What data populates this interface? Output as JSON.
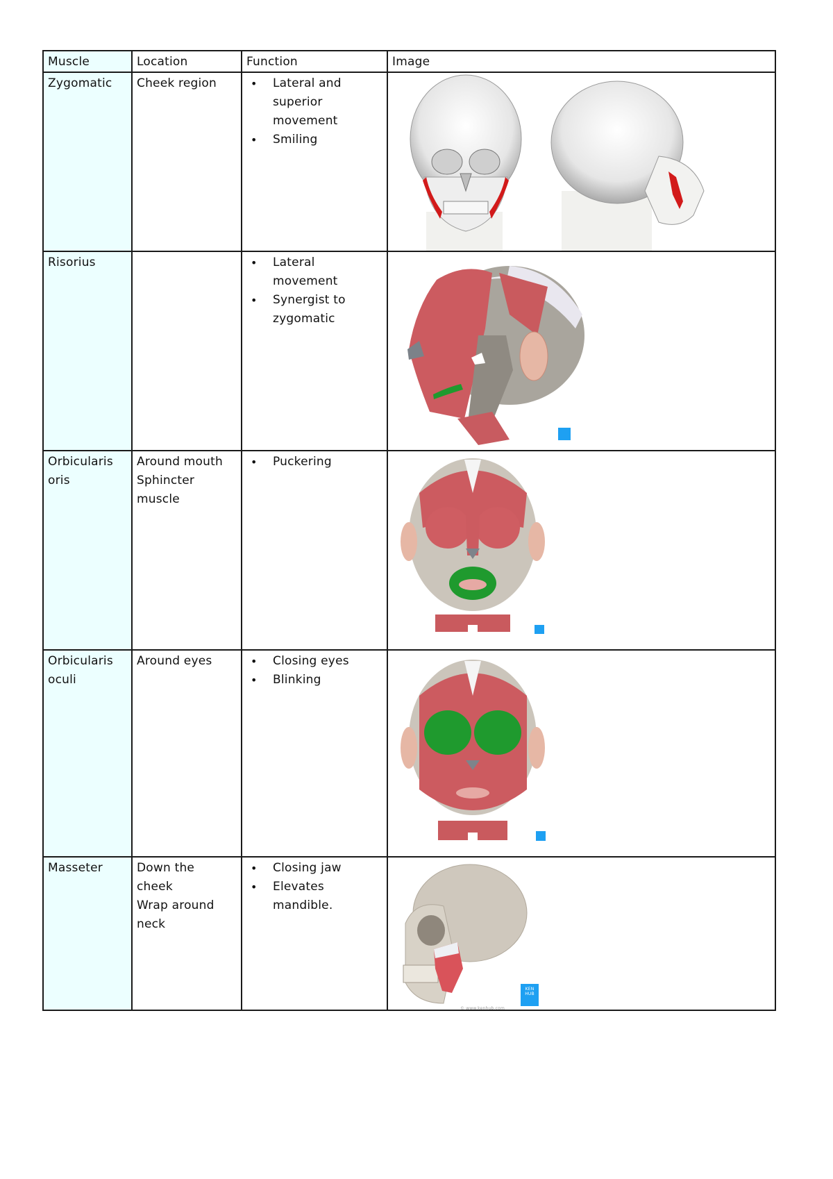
{
  "table": {
    "headers": {
      "muscle": "Muscle",
      "location": "Location",
      "function": "Function",
      "image": "Image"
    },
    "rows": [
      {
        "muscle": [
          "Zygomatic"
        ],
        "location": [
          "Cheek region"
        ],
        "functions": [
          "Lateral and superior movement",
          "Smiling"
        ],
        "image": {
          "description": "Front and side skull views with zygomatic muscles highlighted in red",
          "highlight_color": "#d21a1a"
        }
      },
      {
        "muscle": [
          "Risorius"
        ],
        "location": [],
        "functions": [
          "Lateral movement",
          "Synergist to zygomatic"
        ],
        "image": {
          "description": "Lateral head view with facial muscles, risorius highlighted in green",
          "highlight_color": "#1f9a2e",
          "badge": "KEN HUB"
        }
      },
      {
        "muscle": [
          "Orbicularis",
          "oris"
        ],
        "location": [
          "Around mouth",
          "Sphincter",
          "muscle"
        ],
        "functions": [
          "Puckering"
        ],
        "image": {
          "description": "Frontal face muscle view with orbicularis oris highlighted in green",
          "highlight_color": "#1f9a2e",
          "badge": "KEN HUB"
        }
      },
      {
        "muscle": [
          "Orbicularis",
          "oculi"
        ],
        "location": [
          "Around eyes"
        ],
        "functions": [
          "Closing eyes",
          "Blinking"
        ],
        "image": {
          "description": "Frontal face muscle view with orbicularis oculi highlighted in green",
          "highlight_color": "#1f9a2e",
          "badge": "KEN HUB"
        }
      },
      {
        "muscle": [
          "Masseter"
        ],
        "location": [
          "Down the",
          "cheek",
          "Wrap around",
          "neck"
        ],
        "functions": [
          "Closing jaw",
          "Elevates",
          "mandible."
        ],
        "image": {
          "description": "Lateral skull view with masseter muscle highlighted",
          "highlight_color": "#d9535a",
          "badge": "KEN HUB",
          "watermark": "© www.kenhub.com"
        }
      }
    ]
  },
  "bullet_glyph": "•",
  "colors": {
    "first_column_fill": "#ecffff",
    "border": "#1a1a1a",
    "muscle_red": "#cf5a5e",
    "highlight_green": "#1f9a2e",
    "bone": "#cfc8bd",
    "kenhub_blue": "#1ea0f2"
  }
}
